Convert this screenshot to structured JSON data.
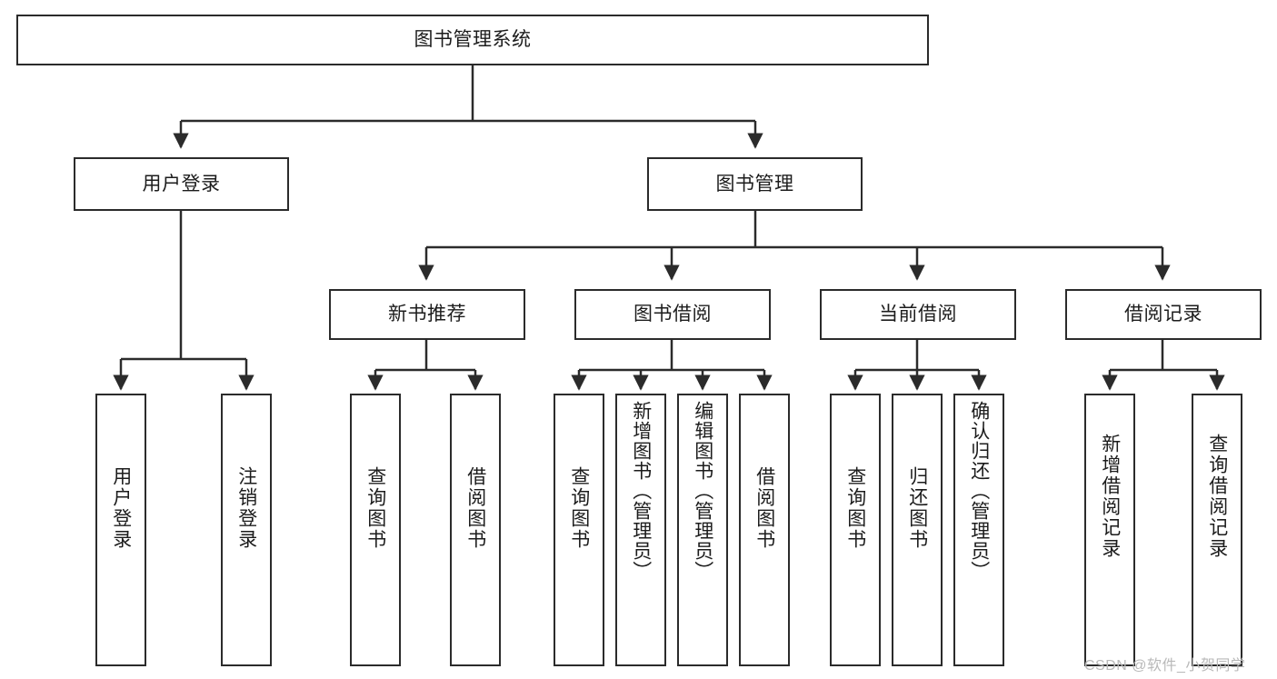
{
  "diagram": {
    "title": "图书管理系统",
    "type": "hierarchy-tree",
    "orientation": "top-down",
    "colors": {
      "box_border": "#2b2b2b",
      "box_fill": "#ffffff",
      "connector": "#2b2b2b",
      "text": "#1c1c1c",
      "background": "#ffffff",
      "watermark": "#b9b9b9"
    },
    "root": {
      "label": "图书管理系统"
    },
    "level2": [
      {
        "label": "用户登录"
      },
      {
        "label": "图书管理"
      }
    ],
    "level3": [
      {
        "label": "新书推荐"
      },
      {
        "label": "图书借阅"
      },
      {
        "label": "当前借阅"
      },
      {
        "label": "借阅记录"
      }
    ],
    "leaves": {
      "user_login": [
        {
          "label": "用户登录"
        },
        {
          "label": "注销登录"
        }
      ],
      "new_book_recommend": [
        {
          "label": "查询图书"
        },
        {
          "label": "借阅图书"
        }
      ],
      "book_borrow": [
        {
          "label": "查询图书"
        },
        {
          "label": "新增图书（管理员）"
        },
        {
          "label": "编辑图书（管理员）"
        },
        {
          "label": "借阅图书"
        }
      ],
      "current_borrow": [
        {
          "label": "查询图书"
        },
        {
          "label": "归还图书"
        },
        {
          "label": "确认归还（管理员）"
        }
      ],
      "borrow_record": [
        {
          "label": "新增借阅记录"
        },
        {
          "label": "查询借阅记录"
        }
      ]
    },
    "watermark": "CSDN @软件_小贺同学"
  }
}
